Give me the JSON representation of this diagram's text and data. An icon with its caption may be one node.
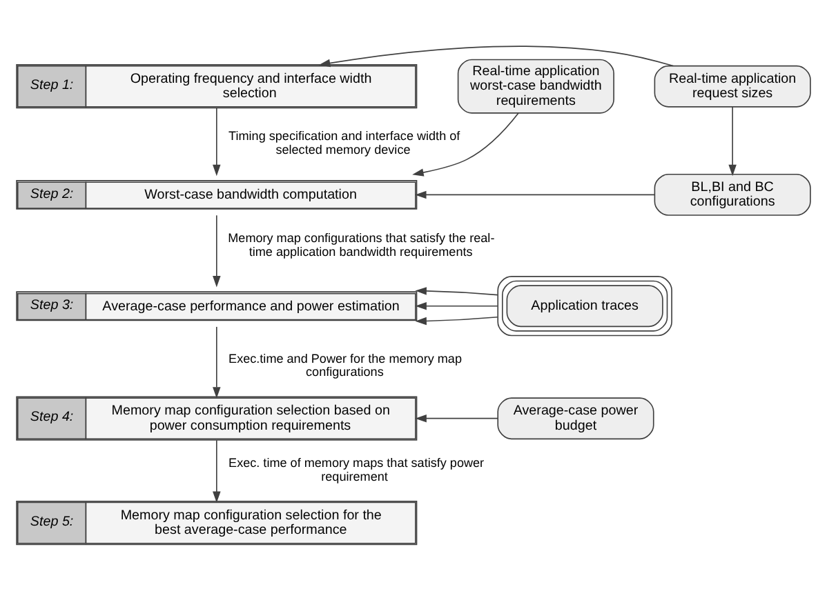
{
  "diagram": {
    "nodes": [
      {
        "text": [
          "Step 1:",
          "Operating frequency and interface width selection"
        ]
      },
      {
        "text": [
          "Real-time application request sizes"
        ]
      },
      {
        "text": [
          "Step 2:",
          "Worst-case bandwidth computation"
        ]
      },
      {
        "text": [
          "BL,BI and BC configurations"
        ]
      },
      {
        "text": [
          "Real-time application worst-case bandwidth requirements"
        ]
      },
      {
        "text": [
          "Step 3:",
          "Average-case performance and power estimation"
        ]
      },
      {
        "text": [
          "Application traces"
        ]
      },
      {
        "text": [
          "Step 4:",
          "Memory map configuration selection based on power consumption requirements"
        ]
      },
      {
        "text": [
          "Average-case power budget"
        ]
      },
      {
        "text": [
          "Step 5:",
          "Memory map configuration selection for the best average-case performance"
        ]
      }
    ],
    "edges": [
      {
        "from": 1,
        "to": 0,
        "arrow": "to"
      },
      {
        "from": 1,
        "to": 3,
        "arrow": "to"
      },
      {
        "from": 0,
        "to": 2,
        "arrow": "to",
        "label": "Timing specification and interface width of selected memory device"
      },
      {
        "from": 3,
        "to": 2,
        "arrow": "to"
      },
      {
        "from": 4,
        "to": 2,
        "arrow": "to"
      },
      {
        "from": 2,
        "to": 5,
        "arrow": "to",
        "label": "Memory map configurations that satisfy the real-time application bandwidth requirements"
      },
      {
        "from": 6,
        "to": 5,
        "arrow": "to"
      },
      {
        "from": 6,
        "to": 5,
        "arrow": "to"
      },
      {
        "from": 6,
        "to": 5,
        "arrow": "to"
      },
      {
        "from": 5,
        "to": 7,
        "arrow": "to",
        "label": "Exec.time and Power for the memory map configurations"
      },
      {
        "from": 8,
        "to": 7,
        "arrow": "to"
      },
      {
        "from": 7,
        "to": 9,
        "arrow": "to",
        "label": "Exec. time of memory maps that satisfy power requirement"
      }
    ]
  }
}
